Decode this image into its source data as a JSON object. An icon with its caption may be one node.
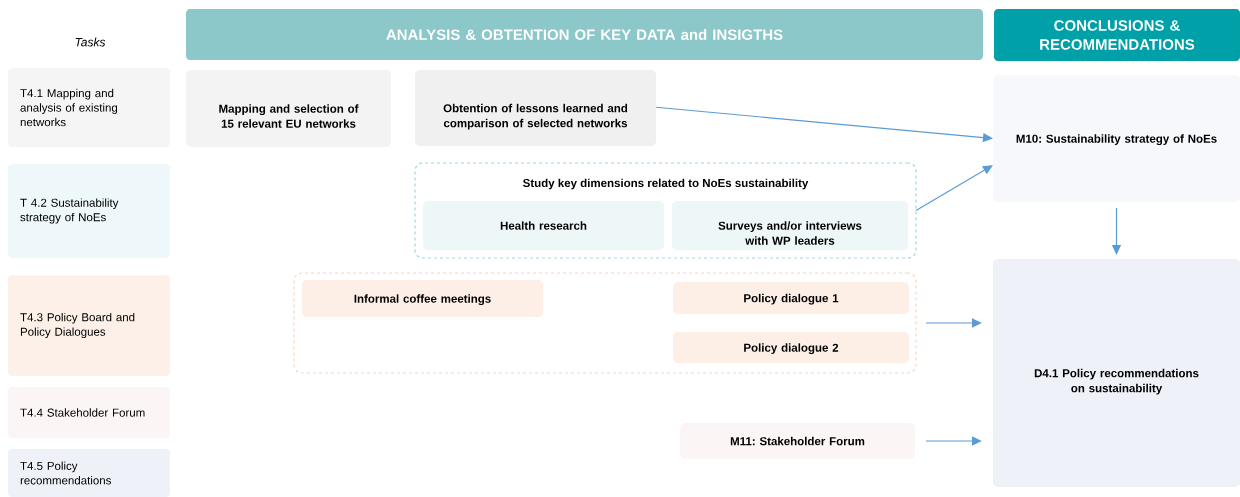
{
  "diagram": {
    "nodes": [
      {
        "text": [
          "T4.1 Mapping and analysis of existing networks"
        ]
      },
      {
        "text": [
          "T 4.2 Sustainability strategy of NoEs"
        ]
      },
      {
        "text": [
          "T4.3 Policy Board and Policy Dialogues"
        ]
      },
      {
        "text": [
          "T4.4 Stakeholder Forum"
        ]
      },
      {
        "text": [
          "T4.5 Policy recommendations"
        ]
      },
      {
        "text": [
          "ANALYSIS & OBTENTION OF KEY DATA and INSIGTHS"
        ]
      },
      {
        "text": [
          "CONCLUSIONS & RECOMMENDATIONS"
        ]
      },
      {
        "text": [
          "Mapping and selection of 15 relevant EU networks"
        ]
      },
      {
        "text": [
          "Obtention of lessons learned and comparison of selected networks"
        ]
      },
      {
        "text": [
          "Study key dimensions related to NoEs sustainability"
        ]
      },
      {
        "text": [
          "Health research"
        ],
        "in": 9
      },
      {
        "text": [
          "Surveys and/or interviews with WP leaders"
        ],
        "in": 9
      },
      {
        "text": [],
        "shape": "box"
      },
      {
        "text": [
          "Informal coffee meetings"
        ],
        "in": 12
      },
      {
        "text": [
          "Policy dialogue 1"
        ],
        "in": 12
      },
      {
        "text": [
          "Policy dialogue 2"
        ],
        "in": 12
      },
      {
        "text": [
          "M11: Stakeholder Forum"
        ]
      },
      {
        "text": [
          "M10: Sustainability strategy of NoEs"
        ]
      },
      {
        "text": [
          "D4.1 Policy recommendations on sustainability"
        ]
      }
    ],
    "edges": [
      {
        "from": 8,
        "to": 17,
        "arrow": "to"
      },
      {
        "from": 9,
        "to": 17,
        "arrow": "to"
      },
      {
        "from": 17,
        "to": 18,
        "arrow": "to"
      },
      {
        "from": 12,
        "to": 18,
        "arrow": "to"
      },
      {
        "from": 16,
        "to": 18,
        "arrow": "to"
      }
    ],
    "labels": [
      "Tasks"
    ]
  }
}
